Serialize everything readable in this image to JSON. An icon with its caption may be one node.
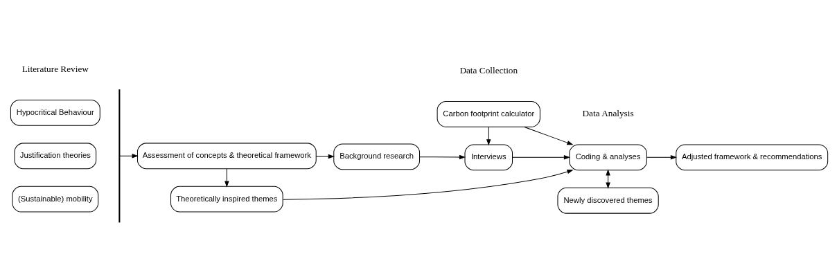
{
  "diagram": {
    "nodes": [
      {
        "text": [
          "Hypocritical Behaviour"
        ]
      },
      {
        "text": [
          "Justification theories"
        ]
      },
      {
        "text": [
          "(Sustainable) mobility"
        ]
      },
      {
        "text": [
          "Assessment of concepts & theoretical framework"
        ]
      },
      {
        "text": [
          "Background research"
        ]
      },
      {
        "text": [
          "Carbon footprint calculator"
        ]
      },
      {
        "text": [
          "Interviews"
        ]
      },
      {
        "text": [
          "Coding & analyses"
        ]
      },
      {
        "text": [
          "Adjusted framework & recommendations"
        ]
      },
      {
        "text": [
          "Theoretically inspired themes"
        ]
      },
      {
        "text": [
          "Newly discovered themes"
        ]
      }
    ],
    "edges": [
      {
        "from": null,
        "to": 3,
        "arrow": "to"
      },
      {
        "from": 3,
        "to": 4,
        "arrow": "to"
      },
      {
        "from": 4,
        "to": 6,
        "arrow": "to"
      },
      {
        "from": 5,
        "to": 6,
        "arrow": "to"
      },
      {
        "from": 5,
        "to": 7,
        "arrow": "to"
      },
      {
        "from": 6,
        "to": 7,
        "arrow": "to"
      },
      {
        "from": 7,
        "to": 8,
        "arrow": "to"
      },
      {
        "from": 3,
        "to": 9,
        "arrow": "to"
      },
      {
        "from": 9,
        "to": 7,
        "arrow": "to"
      },
      {
        "from": 7,
        "to": 10,
        "arrow": "both"
      }
    ],
    "labels": [
      "Literature Review",
      "Data Collection",
      "Data Analysis"
    ]
  }
}
